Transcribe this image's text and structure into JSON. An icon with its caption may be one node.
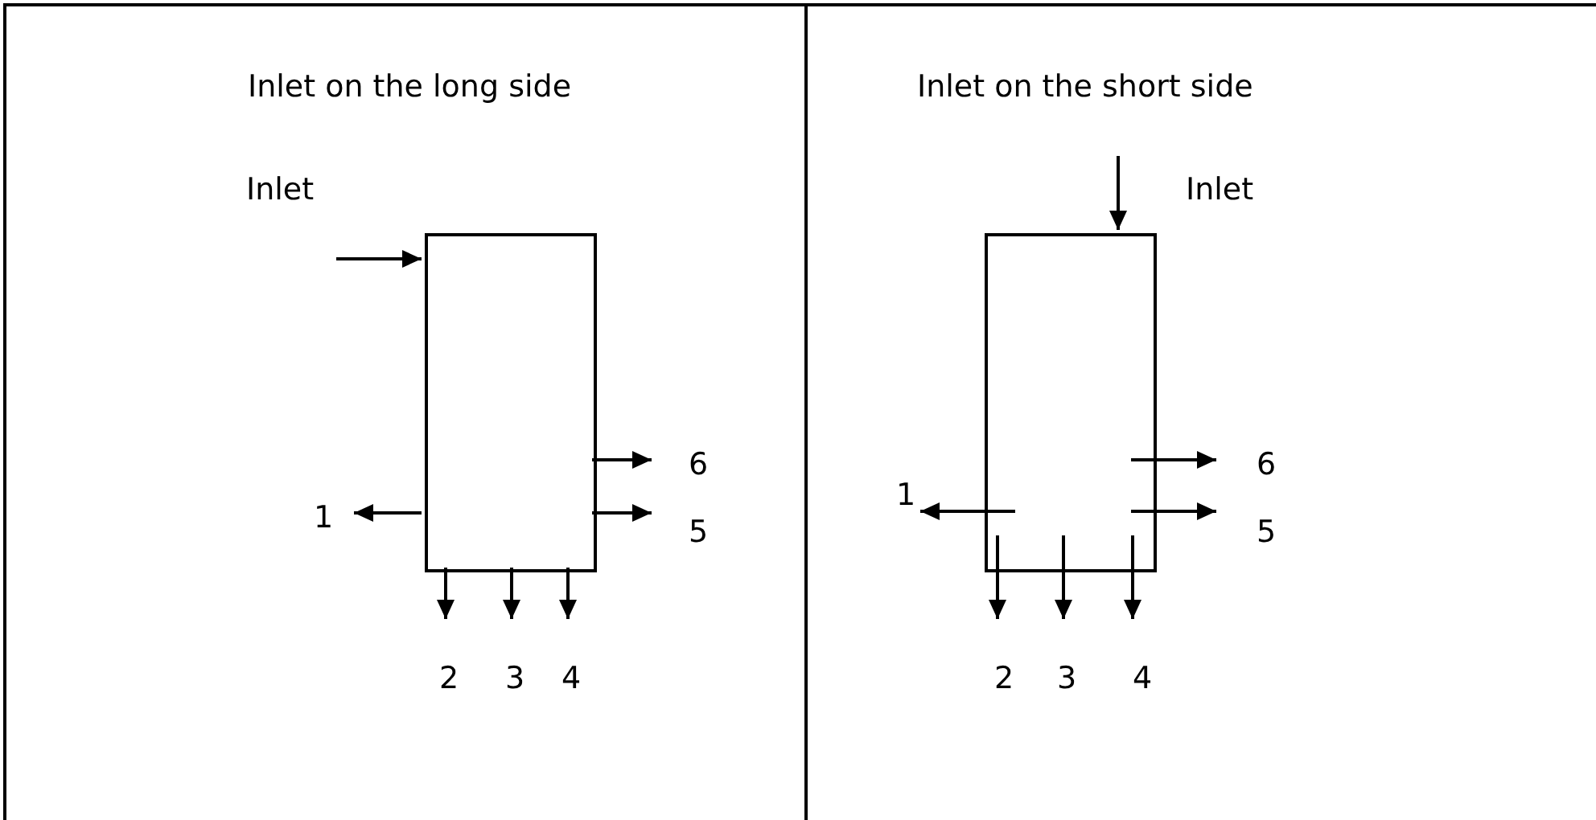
{
  "diagram": {
    "nodes": [
      {
        "text": [
          "Inlet on the long side"
        ]
      },
      {
        "text": [],
        "shape": "box",
        "in": 0,
        "beside": [
          "Inlet"
        ]
      },
      {
        "text": [
          "1"
        ],
        "in": 0
      },
      {
        "text": [
          "2"
        ],
        "in": 0
      },
      {
        "text": [
          "3"
        ],
        "in": 0
      },
      {
        "text": [
          "4"
        ],
        "in": 0
      },
      {
        "text": [
          "5"
        ],
        "in": 0
      },
      {
        "text": [
          "6"
        ],
        "in": 0
      },
      {
        "text": [
          "Inlet on the short side"
        ]
      },
      {
        "text": [],
        "shape": "box",
        "in": 8,
        "beside": [
          "Inlet"
        ]
      },
      {
        "text": [
          "1"
        ],
        "in": 8
      },
      {
        "text": [
          "2"
        ],
        "in": 8
      },
      {
        "text": [
          "3"
        ],
        "in": 8
      },
      {
        "text": [
          "4"
        ],
        "in": 8
      },
      {
        "text": [
          "5"
        ],
        "in": 8
      },
      {
        "text": [
          "6"
        ],
        "in": 8
      }
    ],
    "edges": [
      {
        "from": null,
        "to": 1,
        "arrow": "to"
      },
      {
        "from": 1,
        "to": 2,
        "arrow": "to"
      },
      {
        "from": 1,
        "to": 3,
        "arrow": "to"
      },
      {
        "from": 1,
        "to": 4,
        "arrow": "to"
      },
      {
        "from": 1,
        "to": 5,
        "arrow": "to"
      },
      {
        "from": 1,
        "to": 6,
        "arrow": "to"
      },
      {
        "from": 1,
        "to": 7,
        "arrow": "to"
      },
      {
        "from": null,
        "to": 9,
        "arrow": "to"
      },
      {
        "from": 9,
        "to": 10,
        "arrow": "to"
      },
      {
        "from": 9,
        "to": 11,
        "arrow": "to"
      },
      {
        "from": 9,
        "to": 12,
        "arrow": "to"
      },
      {
        "from": 9,
        "to": 13,
        "arrow": "to"
      },
      {
        "from": 9,
        "to": 14,
        "arrow": "to"
      },
      {
        "from": 9,
        "to": 15,
        "arrow": "to"
      }
    ]
  }
}
